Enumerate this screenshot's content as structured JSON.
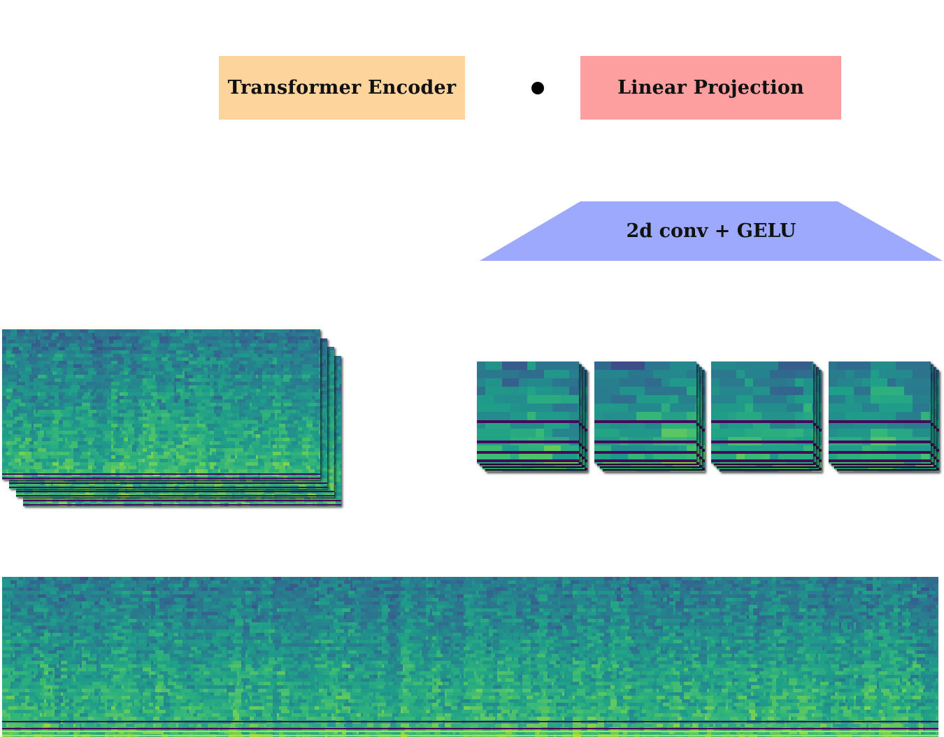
{
  "boxes": {
    "transformer_encoder": {
      "label": "Transformer Encoder",
      "color": "#fcd49c"
    },
    "linear_projection": {
      "label": "Linear Projection",
      "color": "#fd9f9f"
    }
  },
  "conv_block": {
    "label": "2d conv + GELU",
    "color": "#9da9fc"
  },
  "colormap": "viridis",
  "spectrogram_stack_layers": 4,
  "patch_groups": 4,
  "patch_layers_per_group": 4
}
